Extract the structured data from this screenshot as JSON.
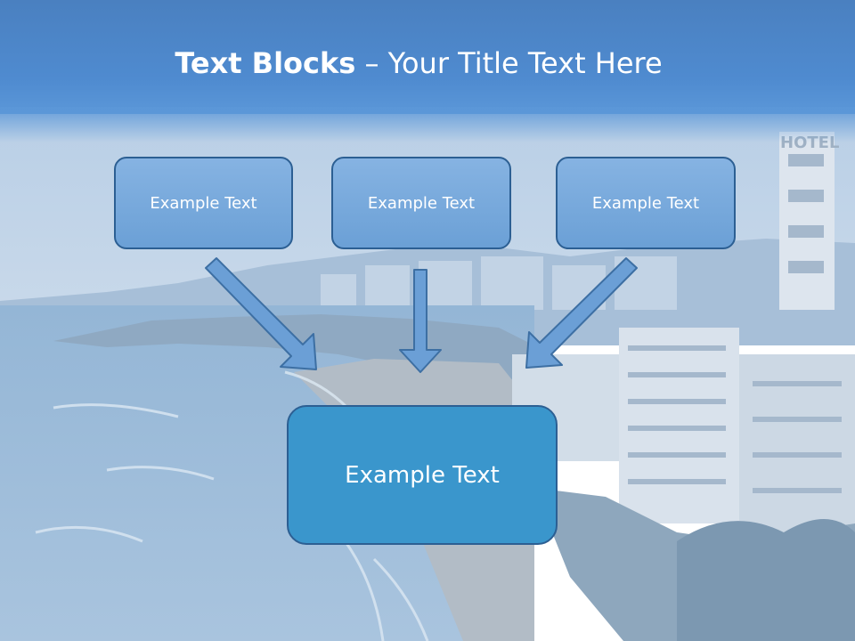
{
  "slide": {
    "title_bold": "Text Blocks",
    "title_rest": "– Your Title Text Here",
    "boxes": [
      "Example Text",
      "Example Text",
      "Example Text"
    ],
    "center_box": "Example Text",
    "hotel_sign": "HOTEL"
  },
  "colors": {
    "title_bar": "#4f8bd0",
    "box_fill": "#7aabdd",
    "box_border": "#2c5f93",
    "center_box_fill": "#3a96cc",
    "arrow_fill": "#6b9fd6"
  }
}
